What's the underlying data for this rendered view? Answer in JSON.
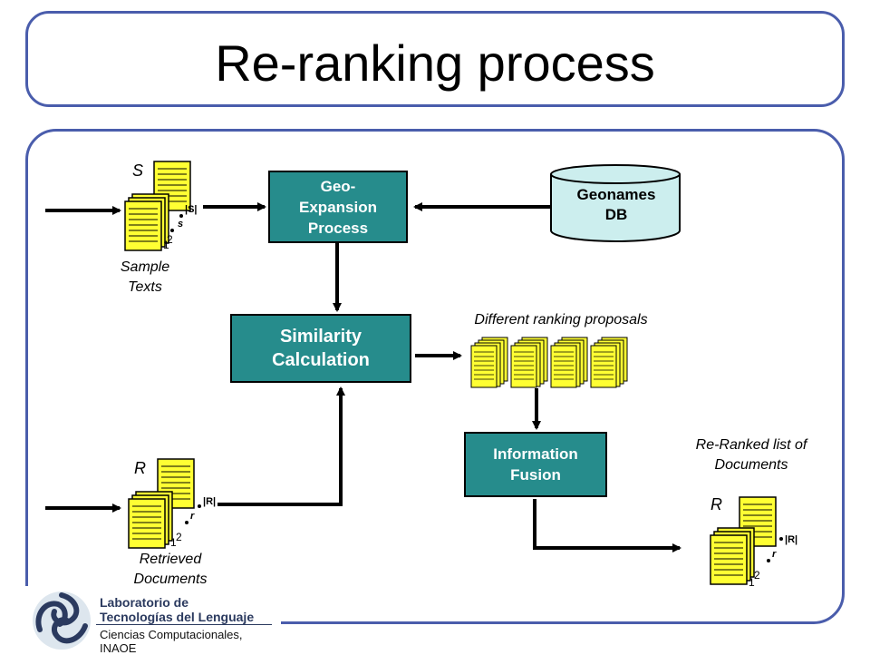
{
  "title": "Re-ranking process",
  "boxes": {
    "geo_expansion": "Geo-\nExpansion\nProcess",
    "geonames_db": "Geonames\nDB",
    "similarity": "Similarity\nCalculation",
    "fusion": "Information\nFusion"
  },
  "labels": {
    "sample_texts": "Sample\nTexts",
    "retrieved_docs": "Retrieved\nDocuments",
    "ranking_proposals": "Different ranking proposals",
    "reranked_list": "Re-Ranked list of\nDocuments"
  },
  "stacks": {
    "sample": {
      "letter": "S",
      "count": "|S|",
      "small": "s",
      "one": "1",
      "two": "2"
    },
    "retrieved": {
      "letter": "R",
      "count": "|R|",
      "small": "r",
      "one": "1",
      "two": "2"
    },
    "reranked": {
      "letter": "R",
      "count": "|R|",
      "small": "r",
      "one": "1",
      "two": "2"
    }
  },
  "logo": {
    "line1": "Laboratorio de",
    "line2": "Tecnologías del Lenguaje",
    "line3": "Ciencias Computacionales, INAOE"
  },
  "colors": {
    "frame": "#4a5dac",
    "box_fill": "#268c8c",
    "doc_fill": "#ffff33",
    "db_fill": "#cceeee"
  }
}
